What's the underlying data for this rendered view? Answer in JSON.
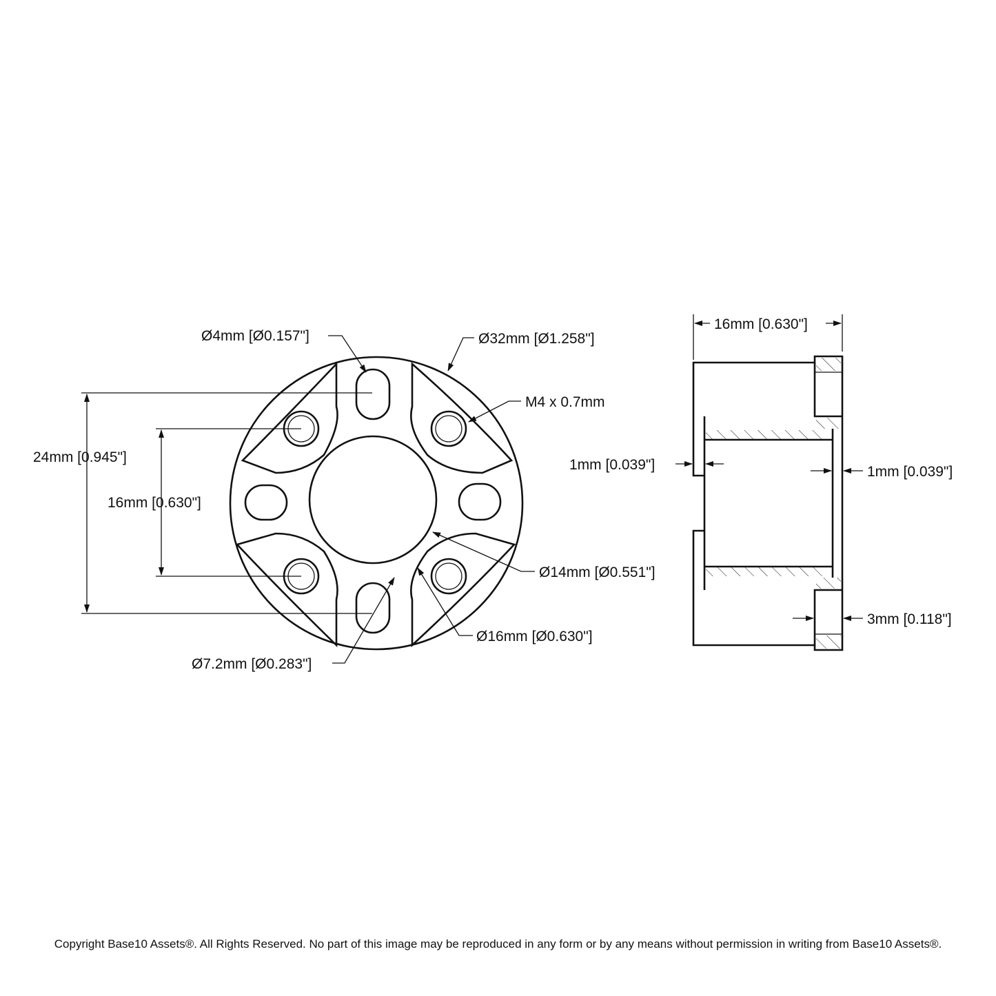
{
  "front_view": {
    "hole_dia": "Ø4mm [Ø0.157\"]",
    "outer_dia": "Ø32mm [Ø1.258\"]",
    "thread": "M4 x 0.7mm",
    "height_24": "24mm [0.945\"]",
    "height_16": "16mm [0.630\"]",
    "bore_dia": "Ø14mm [Ø0.551\"]",
    "boss_dia": "Ø16mm [Ø0.630\"]",
    "slot_dia": "Ø7.2mm [Ø0.283\"]"
  },
  "side_view": {
    "width": "16mm [0.630\"]",
    "left_lip": "1mm [0.039\"]",
    "right_lip": "1mm [0.039\"]",
    "flange": "3mm [0.118\"]"
  },
  "footer": {
    "copyright": "Copyright Base10 Assets®.  All Rights Reserved. No part of this image may be reproduced in any form or by any means without permission in writing from Base10 Assets®."
  }
}
